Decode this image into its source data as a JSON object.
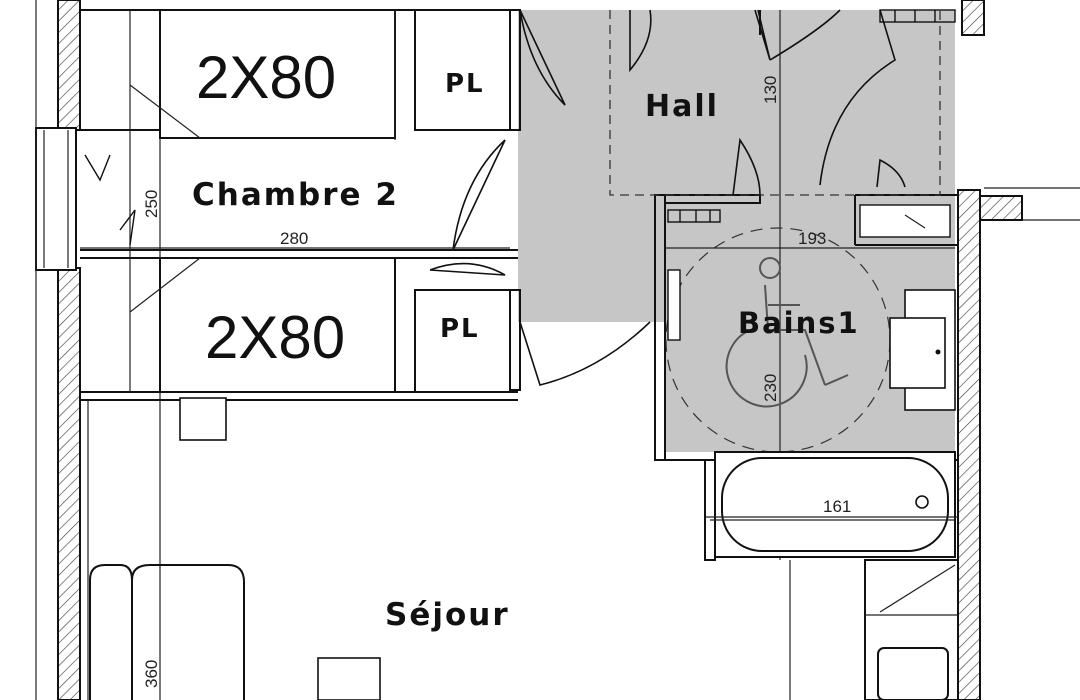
{
  "rooms": {
    "hall": "Hall",
    "chambre": "Chambre 2",
    "bains": "Bains1",
    "sejour": "Séjour"
  },
  "beds": {
    "top": "2X80",
    "bottom": "2X80"
  },
  "closets": {
    "top": "PL",
    "bottom": "PL"
  },
  "dimensions": {
    "hall_height": "130",
    "chambre_width": "280",
    "chambre_height": "250",
    "bains_width": "193",
    "bains_height": "230",
    "bath_length": "161",
    "sejour_height": "360"
  },
  "colors": {
    "shaded_area": "#c6c6c6",
    "walls": "#111111",
    "hatch": "#444444"
  }
}
